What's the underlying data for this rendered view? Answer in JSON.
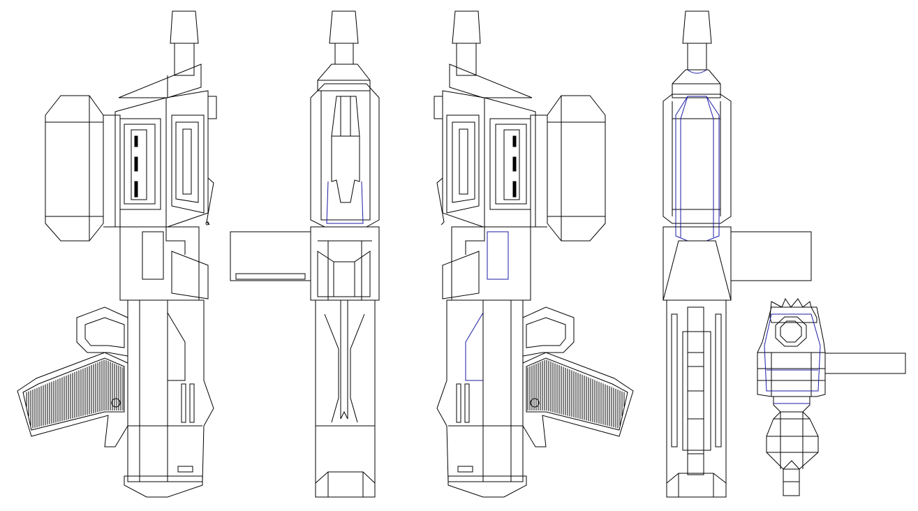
{
  "colors": {
    "background": "#ffffff",
    "outline": "#000000",
    "hidden_line": "#1a1aa6"
  },
  "views": [
    {
      "id": "left-side-view"
    },
    {
      "id": "rear-view"
    },
    {
      "id": "right-side-view"
    },
    {
      "id": "front-view"
    },
    {
      "id": "top-view"
    }
  ]
}
